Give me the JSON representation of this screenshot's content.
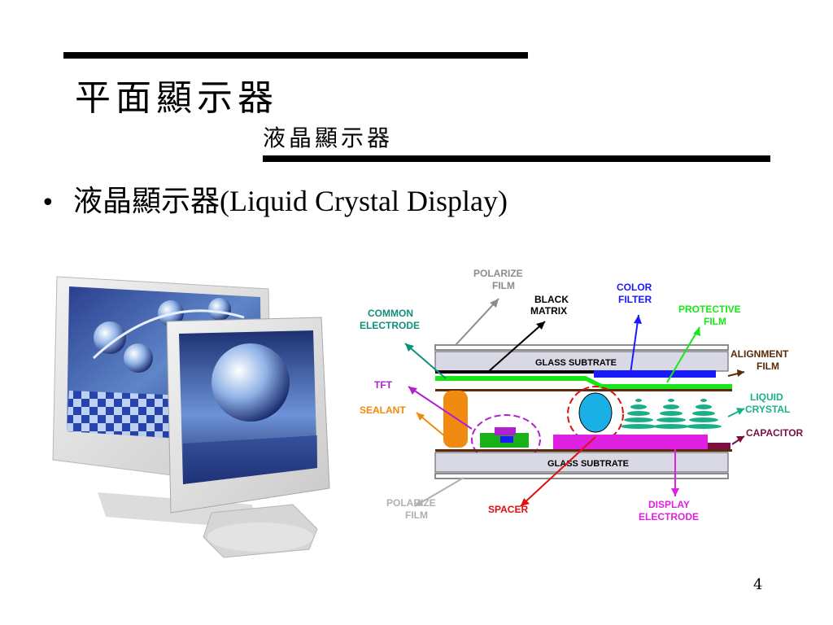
{
  "slide": {
    "title": "平面顯示器",
    "subtitle": "液晶顯示器",
    "bullet": {
      "marker": "•",
      "text": "液晶顯示器(Liquid Crystal Display)"
    },
    "page_number": "4"
  },
  "diagram": {
    "labels": {
      "polarize_film_top_1": "POLARIZE",
      "polarize_film_top_2": "FILM",
      "black_matrix_1": "BLACK",
      "black_matrix_2": "MATRIX",
      "color_filter_1": "COLOR",
      "color_filter_2": "FILTER",
      "protective_film_1": "PROTECTIVE",
      "protective_film_2": "FILM",
      "common_electrode_1": "COMMON",
      "common_electrode_2": "ELECTRODE",
      "glass_subtrate_top": "GLASS SUBTRATE",
      "alignment_film_1": "ALIGNMENT",
      "alignment_film_2": "FILM",
      "tft": "TFT",
      "sealant": "SEALANT",
      "liquid_crystal_1": "LIQUID",
      "liquid_crystal_2": "CRYSTAL",
      "capacitor": "CAPACITOR",
      "glass_subtrate_bottom": "GLASS SUBTRATE",
      "polarize_film_bottom_1": "POLARIZE",
      "polarize_film_bottom_2": "FILM",
      "spacer": "SPACER",
      "display_electrode_1": "DISPLAY",
      "display_electrode_2": "ELECTRODE"
    },
    "colors": {
      "polarize_film": "#8c8c8c",
      "black_matrix": "#000000",
      "color_filter": "#1a1aff",
      "protective_film": "#19e619",
      "common_electrode": "#0f8f7a",
      "alignment_film": "#5a2a0a",
      "tft": "#b020d0",
      "sealant": "#f08a10",
      "liquid_crystal": "#19b089",
      "capacitor": "#7a1040",
      "spacer": "#e01010",
      "display_electrode": "#e020e0"
    }
  }
}
